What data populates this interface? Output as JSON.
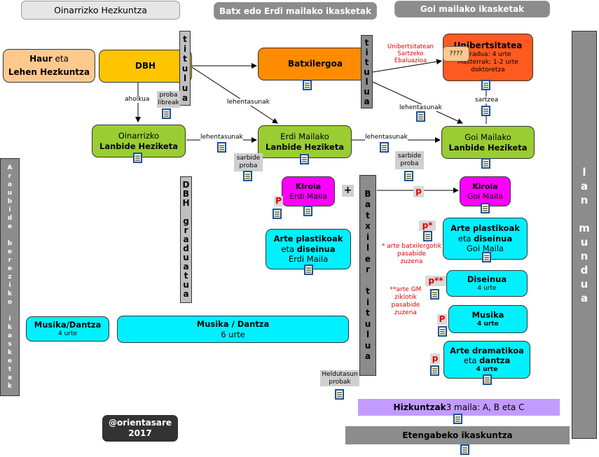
{
  "headers": {
    "primary": "Oinarrizko Hezkuntza",
    "secondary": "Batx edo Erdi mailako ikasketak",
    "higher": "Goi mailako ikasketak"
  },
  "boxes": {
    "haur": {
      "bold": "Haur",
      "rest": " eta",
      "line2": "Lehen  Hezkuntza"
    },
    "dbh": "DBH",
    "batxilergoa": "Batxilergoa",
    "uni": {
      "title": "Unibertsitatea",
      "l1": "Gradua: 4 urte",
      "l2": "Masterrak: 1-2 urte",
      "l3": "doktoretza"
    },
    "uni_badge": "????",
    "olh": {
      "l1": "Oinarrizko",
      "l2": "Lanbide Heziketa"
    },
    "elh": {
      "l1": "Erdi Mailako",
      "l2": "Lanbide Heziketa"
    },
    "glh": {
      "l1": "Goi Mailako",
      "l2": "Lanbide Heziketa"
    },
    "kirola_em": {
      "l1": "Kirola",
      "l2": "Erdi Maila"
    },
    "kirola_gm": {
      "l1": "Kirola",
      "l2": "Goi Maila"
    },
    "arte_em": {
      "l1": "Arte plastikoak",
      "l2a": "eta ",
      "l2b": "diseinua",
      "l3": "Erdi Maila"
    },
    "arte_gm": {
      "l1": "Arte plastikoak",
      "l2a": "eta ",
      "l2b": "diseinua",
      "l3": "Goi Maila"
    },
    "diseinua": {
      "l1": "Diseinua",
      "l2": "4 urte"
    },
    "musika": {
      "l1": "Musika",
      "l2": "4 urte"
    },
    "arte_dram": {
      "l1": "Arte dramatikoa",
      "l2a": "eta ",
      "l2b": "dantza",
      "l3": "4 urte"
    },
    "musika_dantza_left": {
      "l1": "Musika/Dantza",
      "l2": "4 urte"
    },
    "musika_dantza_wide": {
      "l1": "Musika / Dantza",
      "l2": "6 urte"
    },
    "hizkuntzak": {
      "bold": "Hizkuntzak",
      "rest": " 3 maila: A, B eta C"
    },
    "etengabeko": "Etengabeko ikaskuntza",
    "orienta": {
      "l1": "@orientasare",
      "l2": "2017"
    }
  },
  "bars": {
    "titulua1": "titulua",
    "titulua2": "titulua",
    "dbh_graduatua": "DBH graduatua",
    "batxiler_titulua": "Batxiler titulua",
    "araubide": "Araubide bereziko ikasketak",
    "lan_mundua": "lan mundua"
  },
  "labels": {
    "aholkua": "aholkua",
    "proba_libreak": {
      "l1": "proba",
      "l2": "libreak"
    },
    "lehentasunak_1": "lehentasunak",
    "lehentasunak_2": "lehentasunak",
    "lehentasunak_3": "lehentasunak",
    "lehentasunak_4": "lehentasunak",
    "sartzea": "sartzea",
    "sarbide_1": {
      "l1": "sarbide",
      "l2": "proba"
    },
    "sarbide_2": {
      "l1": "sarbide",
      "l2": "proba"
    },
    "uni_ebal": {
      "l1": "Unibertsitatean",
      "l2": "Sartzeko",
      "l3": "Ebaluazioa"
    },
    "plus": "+",
    "p_kirola": "P",
    "p_arrow": "p",
    "p_star": "p*",
    "p_star2": "p**",
    "p_musika": "P",
    "p_arte": "p",
    "note1": {
      "l1": "* arte batxilergotik",
      "l2": "pasabide",
      "l3": "zuzena"
    },
    "note2": {
      "l1": "**arte GM",
      "l2": "ziklotik",
      "l3": "pasabide",
      "l4": "zuzena"
    },
    "heldutasun": {
      "l1": "Heldutasun",
      "l2": "probak"
    }
  },
  "colors": {
    "green": "#9acd32",
    "yellow": "#ffc400",
    "orange": "#ff8c00",
    "orange_red": "#ff5a1f",
    "peach": "#ffc98e",
    "magenta": "#ff00ff",
    "cyan": "#00f0ff",
    "violet": "#c39bff",
    "gray": "#8c8c8c",
    "dark": "#333333"
  },
  "icons": [
    "document-icon",
    "arrow-icon"
  ]
}
